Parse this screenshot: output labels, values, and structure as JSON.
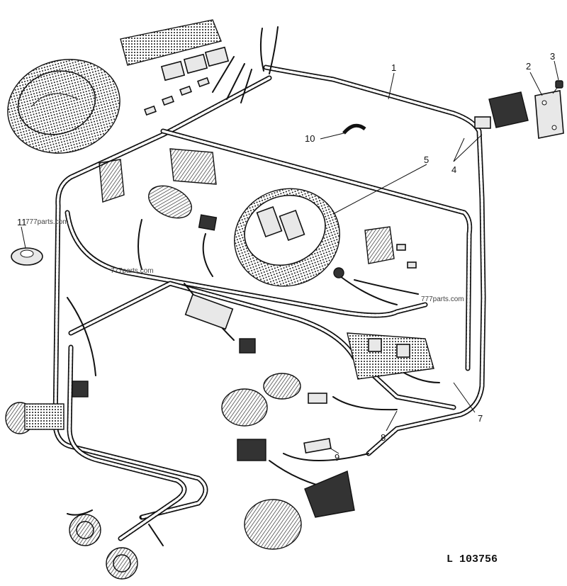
{
  "callouts": [
    {
      "id": "c1",
      "text": "1"
    },
    {
      "id": "c2",
      "text": "2"
    },
    {
      "id": "c3",
      "text": "3"
    },
    {
      "id": "c4",
      "text": "4"
    },
    {
      "id": "c5",
      "text": "5"
    },
    {
      "id": "c7",
      "text": "7"
    },
    {
      "id": "c8",
      "text": "8"
    },
    {
      "id": "c9",
      "text": "9"
    },
    {
      "id": "c10",
      "text": "10"
    },
    {
      "id": "c11",
      "text": "11"
    }
  ],
  "watermarks": [
    "777parts.com",
    "777parts.com",
    "777parts.com"
  ],
  "reference": "L 103756"
}
